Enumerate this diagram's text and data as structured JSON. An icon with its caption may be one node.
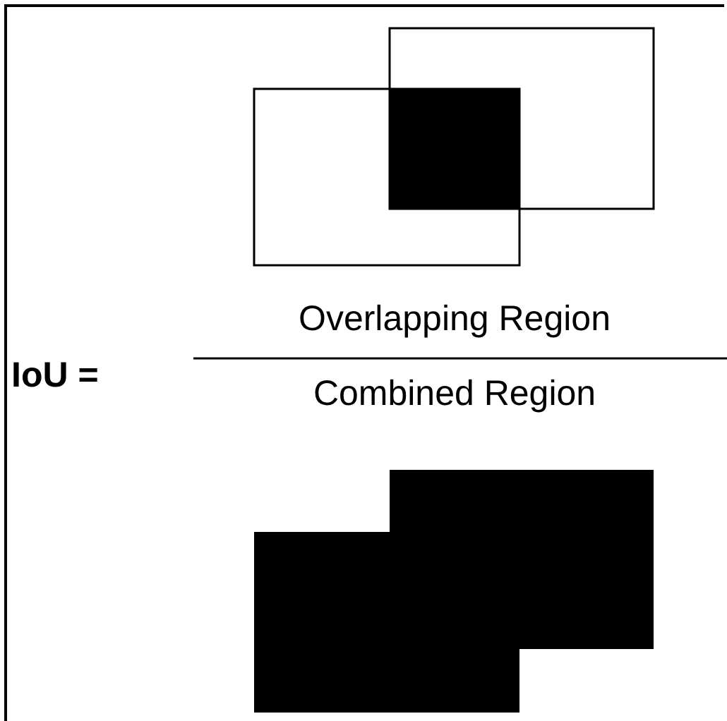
{
  "diagram": {
    "labels": [
      "IoU =",
      "Overlapping Region",
      "Combined Region"
    ]
  }
}
